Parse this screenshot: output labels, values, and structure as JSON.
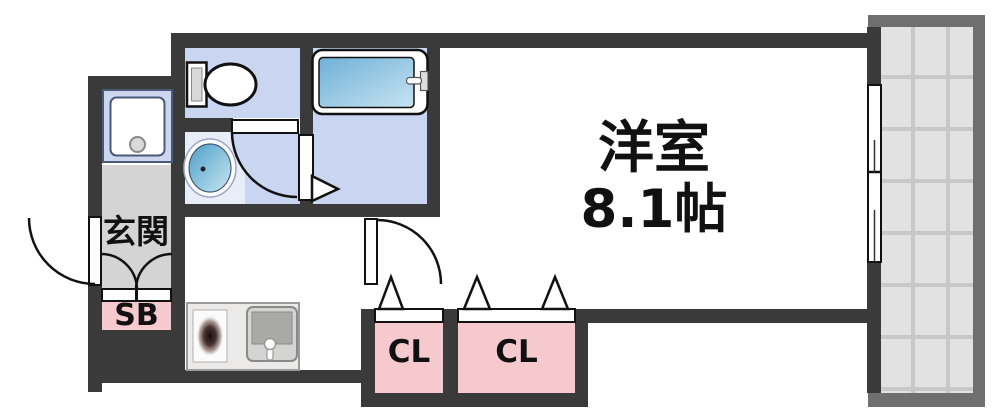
{
  "plan": {
    "labels": {
      "entrance": "玄関",
      "shoe_box": "SB",
      "closet_1": "CL",
      "closet_2": "CL",
      "main_room_name": "洋室",
      "main_room_size": "8.1帖"
    },
    "rooms": [
      "entrance-hall",
      "toilet-room",
      "washroom",
      "bathroom",
      "kitchen",
      "main-western-room",
      "balcony",
      "closet-1",
      "closet-2",
      "shoe-box"
    ],
    "fixtures": [
      "toilet",
      "bathtub",
      "wash-basin",
      "washing-machine-pan",
      "kitchen-counter",
      "stove-burner",
      "kitchen-sink",
      "entrance-door",
      "shoe-box-double-doors",
      "washroom-door",
      "bathroom-folding-door",
      "main-room-door",
      "closet-folding-doors",
      "sliding-window"
    ],
    "colors": {
      "wall": "#3a3a3a",
      "room_floor_blue": "#c9d5f1",
      "washroom_floor_light": "#e9edf8",
      "closet_pink": "#f5c9ce",
      "entrance_gray": "#d4d4d4",
      "balcony_frame": "#6f6f6f",
      "balcony_floor": "#e2e2e2",
      "outline_black": "#111111"
    }
  }
}
